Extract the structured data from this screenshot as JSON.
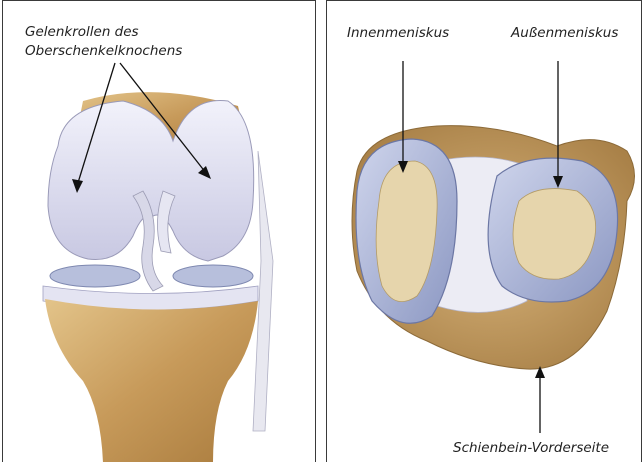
{
  "left_panel": {
    "label_line1": "Gelenkrollen des",
    "label_line2": "Oberschenkelknochens"
  },
  "right_panel": {
    "inner_meniscus_label": "Innenmeniskus",
    "outer_meniscus_label": "Außenmeniskus",
    "tibia_front_label": "Schienbein-Vorderseite"
  },
  "colors": {
    "bone": "#c9a46a",
    "cartilage": "#dcdcf0",
    "meniscus": "#9ea9cf",
    "tibia_plateau": "#e8d8b4"
  }
}
